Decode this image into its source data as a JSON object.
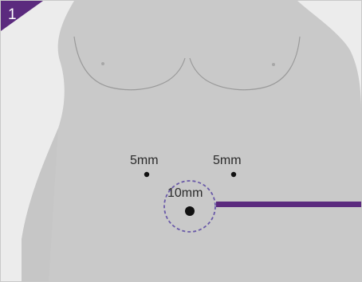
{
  "step": {
    "number": "1"
  },
  "ports": {
    "left": {
      "label": "5mm"
    },
    "right": {
      "label": "5mm"
    },
    "center": {
      "label": "10mm"
    }
  },
  "colors": {
    "accent": "#5b2a7e",
    "skin": "#c9c9c9",
    "outline": "#9a9a9a",
    "port_dot": "#111111",
    "dashed_ring": "#6a5aa8",
    "background": "#ececec"
  }
}
